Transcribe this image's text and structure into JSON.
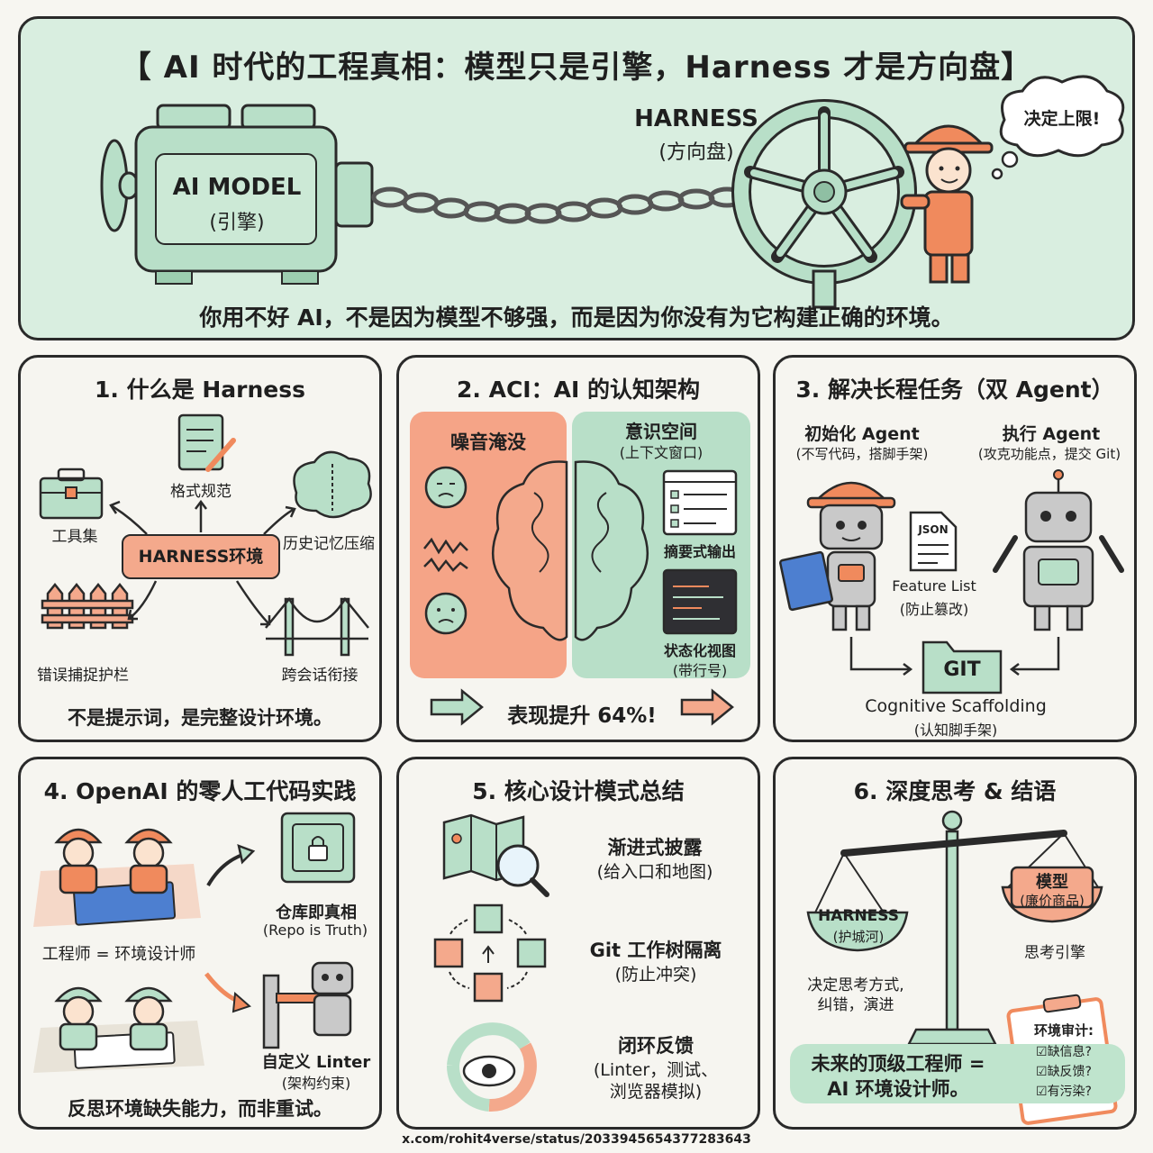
{
  "hero": {
    "title": "【 AI  时代的工程真相：模型只是引擎，Harness 才是方向盘】",
    "engine_label": "AI MODEL",
    "engine_sub": "(引擎)",
    "harness_label": "HARNESS",
    "harness_sub": "(方向盘)",
    "bubble": "决定上限!",
    "subtitle": "你用不好 AI，不是因为模型不够强，而是因为你没有为它构建正确的环境。"
  },
  "panel1": {
    "title": "1. 什么是 Harness",
    "center": "HARNESS环境",
    "items": [
      "格式规范",
      "工具集",
      "历史记忆压缩",
      "错误捕捉护栏",
      "跨会话衔接"
    ],
    "footer": "不是提示词，是完整设计环境。"
  },
  "panel2": {
    "title": "2. ACI：AI 的认知架构",
    "noise": "噪音淹没",
    "space": "意识空间",
    "space_sub": "(上下文窗口)",
    "summary": "摘要式输出",
    "state": "状态化视图",
    "state_sub": "(带行号)",
    "footer": "表现提升 64%!"
  },
  "panel3": {
    "title": "3. 解决长程任务（双 Agent）",
    "init": "初始化 Agent",
    "init_sub": "(不写代码，搭脚手架)",
    "exec": "执行 Agent",
    "exec_sub": "(攻克功能点，提交 Git)",
    "json": "JSON",
    "feature": "Feature List",
    "feature_sub": "(防止篡改)",
    "git": "GIT",
    "scaffold": "Cognitive Scaffolding",
    "scaffold_sub": "(认知脚手架)"
  },
  "panel4": {
    "title": "4. OpenAI 的零人工代码实践",
    "repo": "仓库即真相",
    "repo_sub": "(Repo is Truth)",
    "engineer": "工程师 = 环境设计师",
    "linter": "自定义 Linter",
    "linter_sub": "(架构约束)",
    "footer": "反思环境缺失能力，而非重试。"
  },
  "panel5": {
    "title": "5. 核心设计模式总结",
    "p1": "渐进式披露",
    "p1_sub": "(给入口和地图)",
    "p2": "Git 工作树隔离",
    "p2_sub": "(防止冲突)",
    "p3": "闭环反馈",
    "p3_sub": "(Linter，测试、",
    "p3_sub2": "浏览器模拟)"
  },
  "panel6": {
    "title": "6. 深度思考 & 结语",
    "harness": "HARNESS",
    "harness_sub": "(护城河)",
    "model": "模型",
    "model_sub": "(廉价商品)",
    "left_desc": "决定思考方式,",
    "left_desc2": "纠错，演进",
    "right_desc": "思考引擎",
    "future": "未来的顶级工程师 =",
    "future2": "AI 环境设计师。",
    "audit": "环境审计:",
    "audit_items": [
      "缺信息?",
      "缺反馈?",
      "有污染?"
    ]
  },
  "footer": "x.com/rohit4verse/status/2033945654377283643",
  "colors": {
    "mint": "#b8dfc8",
    "salmon": "#f4a98c",
    "ink": "#2a2a2a",
    "bg": "#f6f5f0"
  }
}
